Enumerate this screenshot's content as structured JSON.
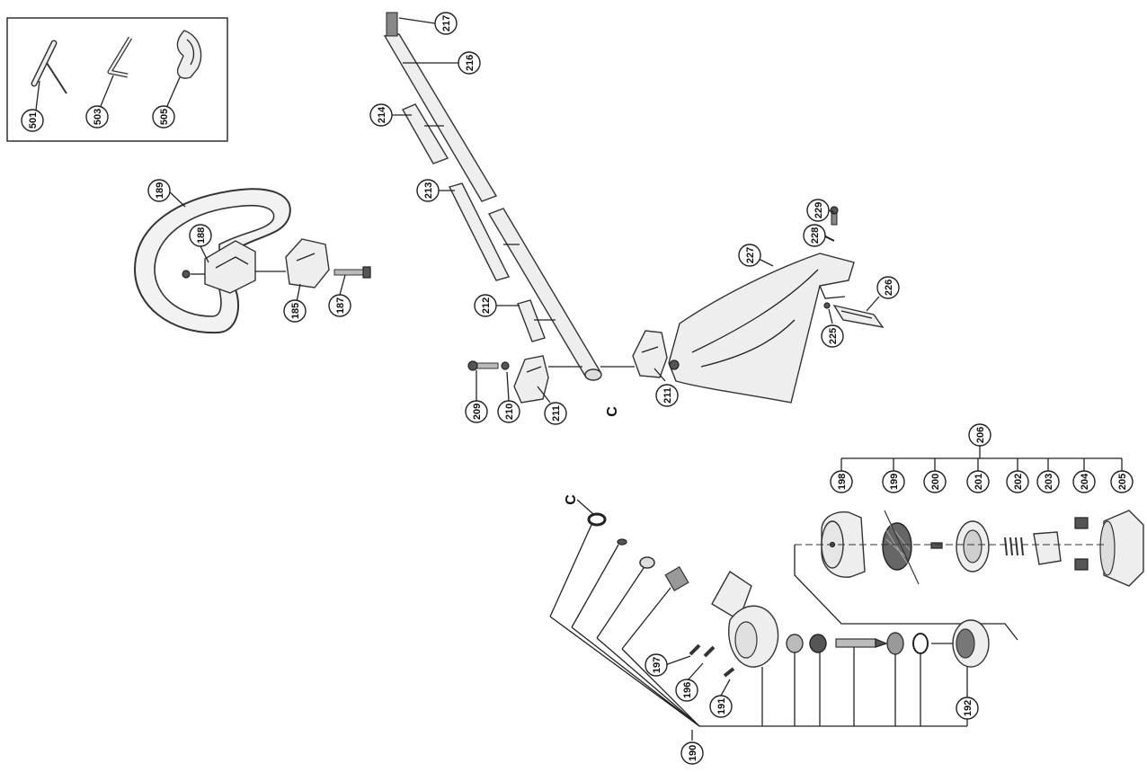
{
  "diagram": {
    "kit_parts": [
      "501",
      "503",
      "505"
    ],
    "handle_parts": [
      "189",
      "188",
      "185",
      "187"
    ],
    "shaft_parts": [
      "217",
      "216",
      "214",
      "213",
      "212",
      "209",
      "210",
      "211_left",
      "211_right"
    ],
    "guard_parts": [
      "229",
      "228",
      "227",
      "226",
      "225"
    ],
    "head_assembly": {
      "label": "206",
      "parts": [
        "198",
        "199",
        "200",
        "201",
        "202",
        "203",
        "204",
        "205"
      ]
    },
    "gearbox_assembly": {
      "label": "190",
      "parts": [
        "197",
        "196",
        "191",
        "192"
      ]
    },
    "connector_label": "C"
  },
  "labels": {
    "p501": "501",
    "p503": "503",
    "p505": "505",
    "p189": "189",
    "p188": "188",
    "p185": "185",
    "p187": "187",
    "p217": "217",
    "p216": "216",
    "p214": "214",
    "p213": "213",
    "p212": "212",
    "p209": "209",
    "p210": "210",
    "p211a": "211",
    "p211b": "211",
    "p229": "229",
    "p228": "228",
    "p227": "227",
    "p226": "226",
    "p225": "225",
    "p206": "206",
    "p198": "198",
    "p199": "199",
    "p200": "200",
    "p201": "201",
    "p202": "202",
    "p203": "203",
    "p204": "204",
    "p205": "205",
    "p197": "197",
    "p196": "196",
    "p191": "191",
    "p192": "192",
    "p190": "190",
    "c1": "C",
    "c2": "C"
  }
}
